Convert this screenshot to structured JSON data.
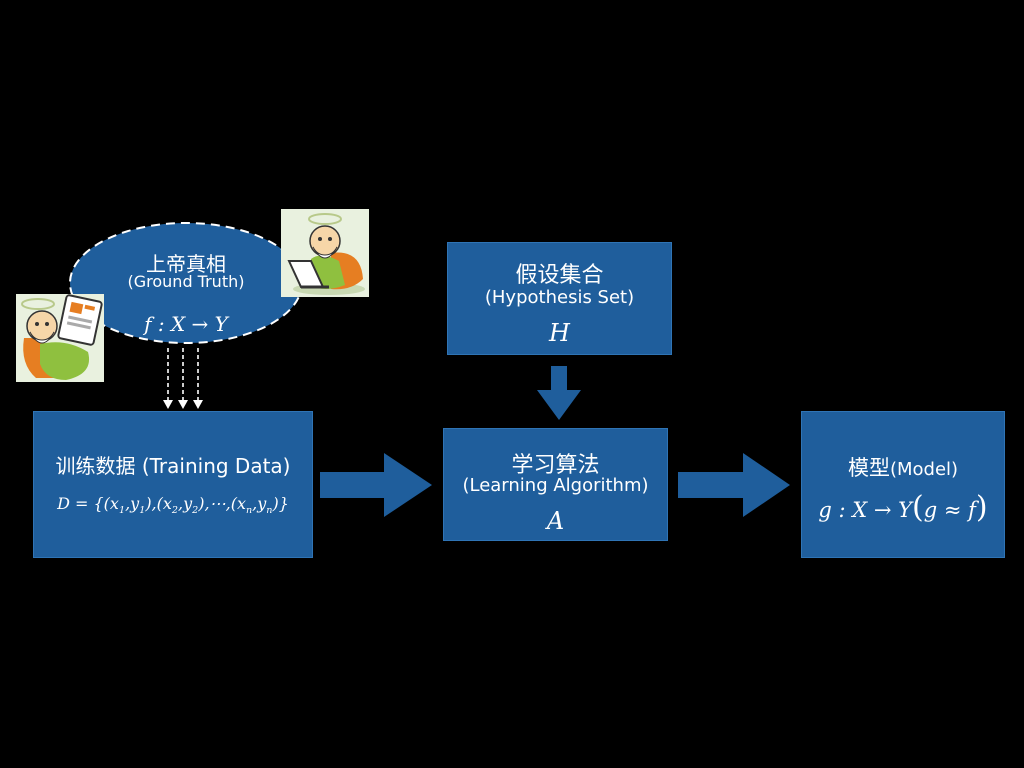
{
  "ground_truth": {
    "title": "上帝真相",
    "subtitle": "(Ground Truth)",
    "formula": "f : X → Y"
  },
  "hypothesis_set": {
    "title": "假设集合",
    "subtitle": "(Hypothesis Set)",
    "symbol": "H"
  },
  "training_data": {
    "title": "训练数据 (Training Data)",
    "formula_prefix": "D = {(",
    "x1": "x",
    "s1": "1",
    "y1": "y",
    "t1": "1",
    "x2": "x",
    "s2": "2",
    "y2": "y",
    "t2": "2",
    "xn": "x",
    "sn": "n",
    "yn": "y",
    "tn": "n"
  },
  "learning_algorithm": {
    "title": "学习算法",
    "subtitle": "(Learning Algorithm)",
    "symbol": "A"
  },
  "model": {
    "title": "模型",
    "subtitle": "(Model)",
    "formula": "g : X → Y",
    "approx": "g ≈ f"
  },
  "colors": {
    "box_fill": "#1f5e9c",
    "background": "#000000",
    "text": "#ffffff"
  },
  "icons": [
    "god-laptop-icon",
    "god-tablet-icon"
  ]
}
